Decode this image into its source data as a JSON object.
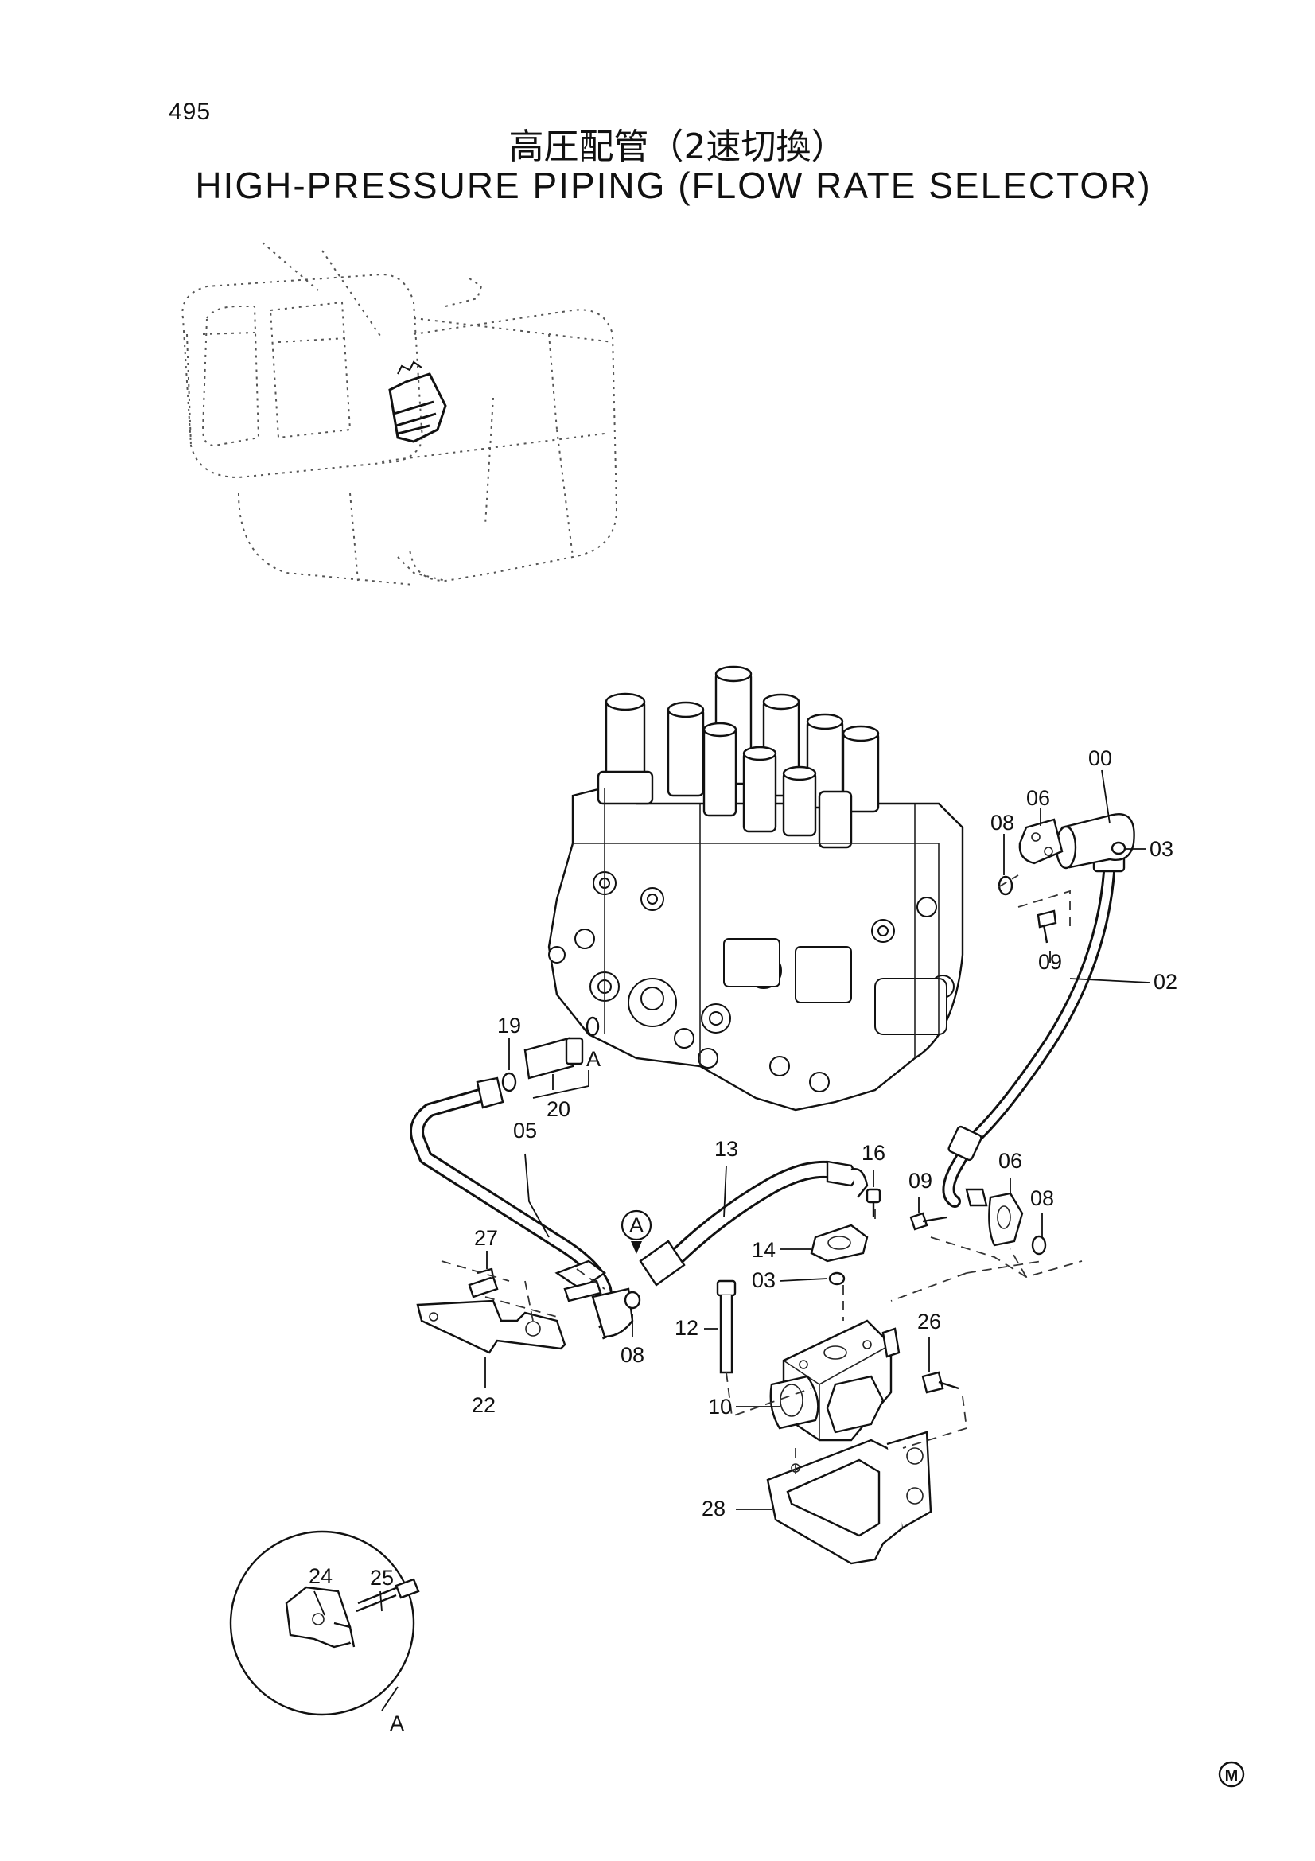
{
  "page_number": "495",
  "title_jp": "高圧配管（2速切換）",
  "title_en": "HIGH-PRESSURE PIPING (FLOW RATE SELECTOR)",
  "callouts": {
    "p00": "00",
    "p06a": "06",
    "p08a": "08",
    "p03a": "03",
    "p09a": "09",
    "p02": "02",
    "p19": "19",
    "pA1": "A",
    "p20": "20",
    "p05": "05",
    "p13": "13",
    "p16": "16",
    "p09b": "09",
    "p06b": "06",
    "p08b": "08",
    "pAc": "A",
    "p27": "27",
    "p14": "14",
    "p03b": "03",
    "p12": "12",
    "p26": "26",
    "p08c": "08",
    "p10": "10",
    "p22": "22",
    "p28": "28",
    "p24": "24",
    "p25": "25",
    "pA2": "A"
  },
  "mark": "M"
}
